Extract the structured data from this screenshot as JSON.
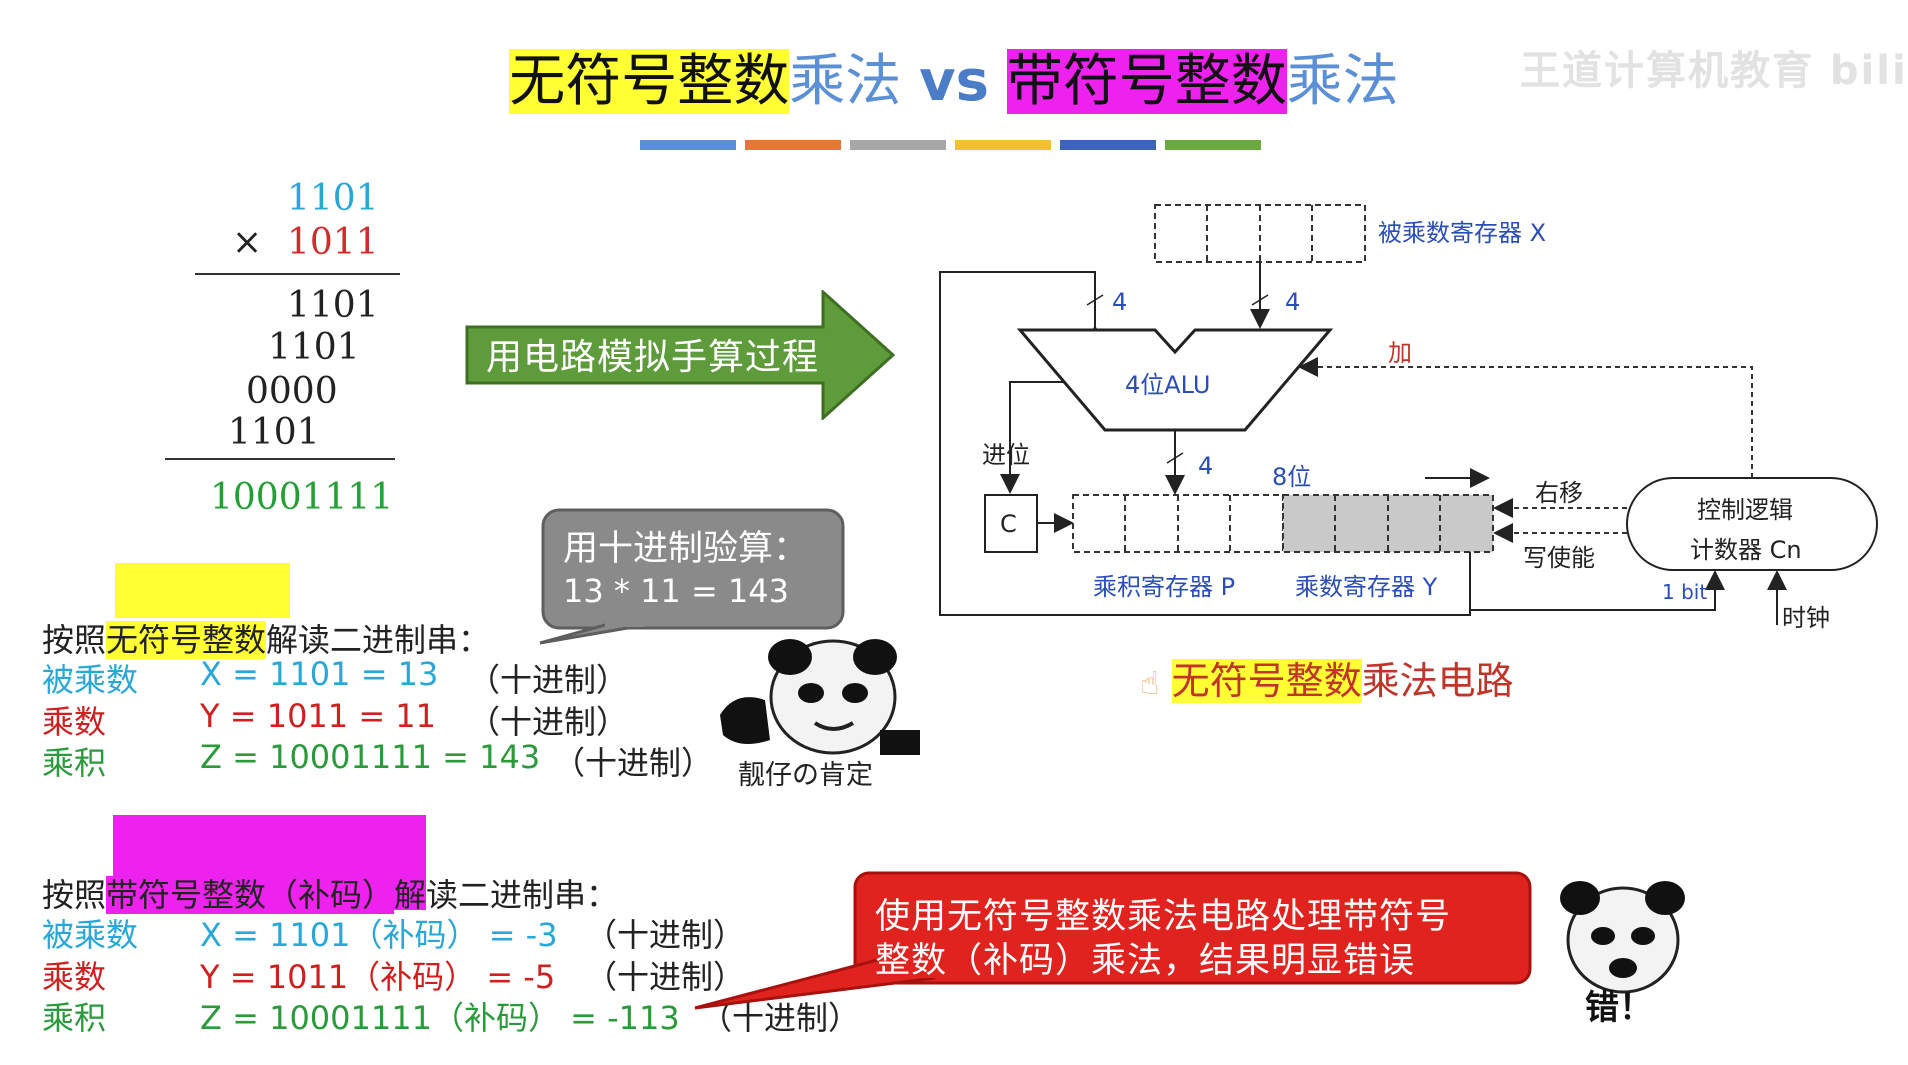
{
  "title": {
    "part1": "无符号整数",
    "part2": "乘法",
    "vs": "vs",
    "part3": "带符号整数",
    "part4": "乘法"
  },
  "watermark": "王道计算机教育 bili",
  "color_bar": [
    "#5b8fd6",
    "#e07a3a",
    "#a6a6a6",
    "#f2c12e",
    "#3c64b8",
    "#6aaa3e"
  ],
  "manual_calc": {
    "multiplicand": "1101",
    "times_sign": "×",
    "multiplier": "1011",
    "partials": [
      "1101",
      "1101",
      "0000",
      "1101"
    ],
    "result": "10001111"
  },
  "arrow_label": "用电路模拟手算过程",
  "decimal_check": {
    "line1": "用十进制验算：",
    "line2": "13 * 11 = 143"
  },
  "unsigned_block": {
    "header_prefix": "按照",
    "header_highlight": "无符号整数",
    "header_suffix": "解读二进制串：",
    "rows": [
      {
        "label": "被乘数",
        "expr": "X = 1101 =  13",
        "note": "（十进制）"
      },
      {
        "label": "乘数",
        "expr": "Y = 1011 =  11",
        "note": "（十进制）"
      },
      {
        "label": "乘积",
        "expr": "Z = 10001111 = 143",
        "note": "（十进制）"
      }
    ]
  },
  "meme1_caption": "靓仔の肯定",
  "signed_block": {
    "header_prefix": "按照",
    "header_highlight": "带符号整数（补码）",
    "header_suffix": "解读二进制串：",
    "rows": [
      {
        "label": "被乘数",
        "expr": "X = 1101（补码） =  -3",
        "note": "（十进制）"
      },
      {
        "label": "乘数",
        "expr": "Y = 1011（补码） =  -5",
        "note": "（十进制）"
      },
      {
        "label": "乘积",
        "expr": "Z = 10001111（补码） = -113",
        "note": "（十进制）"
      }
    ]
  },
  "error_bubble": {
    "line1": "使用无符号整数乘法电路处理带符号",
    "line2": "整数（补码）乘法，结果明显错误"
  },
  "meme2_caption": "错！",
  "circuit": {
    "reg_x": "被乘数寄存器 X",
    "alu": "4位ALU",
    "add": "加",
    "carry": "进位",
    "c_box": "C",
    "w1": "4",
    "w2": "4",
    "w3": "4",
    "bits8": "8位",
    "shift_right": "右移",
    "write_enable": "写使能",
    "control_line1": "控制逻辑",
    "control_line2": "计数器 Cn",
    "reg_p": "乘积寄存器 P",
    "reg_y": "乘数寄存器 Y",
    "one_bit": "1 bit",
    "clock": "时钟"
  },
  "circuit_caption": {
    "highlight": "无符号整数",
    "rest": "乘法电路"
  }
}
